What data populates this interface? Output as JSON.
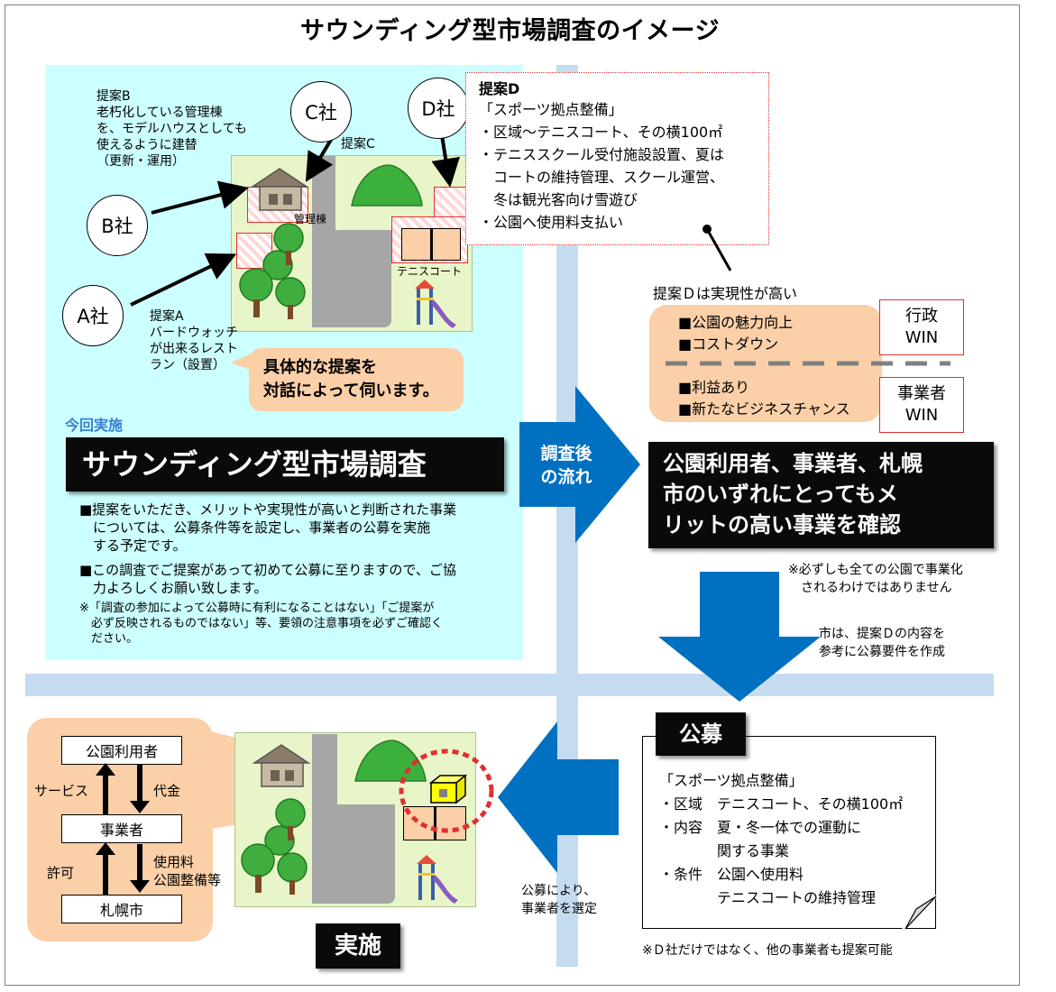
{
  "title": "サウンディング型市場調査のイメージ",
  "companies": {
    "a": "A社",
    "b": "B社",
    "c": "C社",
    "d": "D社"
  },
  "proposal_b": "提案B\n老朽化している管理棟\nを、モデルハウスとしても\n使えるように建替\n（更新・運用）",
  "proposal_c": "提案C",
  "proposal_a": "提案A\nバードウォッチ\nが出来るレスト\nラン（設置）",
  "map_labels": {
    "management": "管理棟",
    "tennis": "テニスコート"
  },
  "callout": "具体的な提案を\n対話によって伺います。",
  "current": {
    "label": "今回実施",
    "banner": "サウンディング型市場調査",
    "bullet1": "■提案をいただき、メリットや実現性が高いと判断された事業\n　については、公募条件等を設定し、事業者の公募を実施\n　する予定です。",
    "bullet2": "■この調査でご提案があって初めて公募に至りますので、ご協\n　力よろしくお願い致します。",
    "note": "※「調査の参加によって公募時に有利になることはない」「ご提案が\n　必ず反映されるものではない」等、要領の注意事項を必ずご確認く\n　ださい。"
  },
  "proposal_d": {
    "heading": "提案D",
    "body": "「スポーツ拠点整備」\n・区域～テニスコート、その横100㎡\n・テニススクール受付施設設置、夏は\n　コートの維持管理、スクール運営、\n　冬は観光客向け雪遊び\n・公園へ使用料支払い"
  },
  "feasibility": "提案Ｄは実現性が高い",
  "admin_merits": "■公園の魅力向上\n■コストダウン",
  "admin_win": "行政\nWIN",
  "biz_merits": "■利益あり\n■新たなビジネスチャンス",
  "biz_win": "事業者\nWIN",
  "flow_label": "調査後\nの流れ",
  "confirm_banner": "公園利用者、事業者、札幌\n市のいずれにとってもメ\nリットの高い事業を確認",
  "confirm_note": "※必ずしも全ての公園で事業化\n　されるわけではありません",
  "city_note": "市は、提案Ｄの内容を\n参考に公募要件を作成",
  "koubo": {
    "label": "公募",
    "body": "「スポーツ拠点整備」\n・区域　テニスコート、その横100㎡\n・内容　夏・冬一体での運動に\n　　　　関する事業\n・条件　公園へ使用料\n　　　　テニスコートの維持管理",
    "note": "※Ｄ社だけではなく、他の事業者も提案可能"
  },
  "select_note": "公募により、\n事業者を選定",
  "relations": {
    "user": "公園利用者",
    "operator": "事業者",
    "city": "札幌市",
    "service": "サービス",
    "payment": "代金",
    "permit": "許可",
    "fee": "使用料\n公園整備等"
  },
  "implement": "実施",
  "colors": {
    "accent_blue": "#0070c0",
    "cyan_panel": "#ccffff",
    "peach": "#fbcfa7",
    "hatch_red": "#e03030"
  }
}
